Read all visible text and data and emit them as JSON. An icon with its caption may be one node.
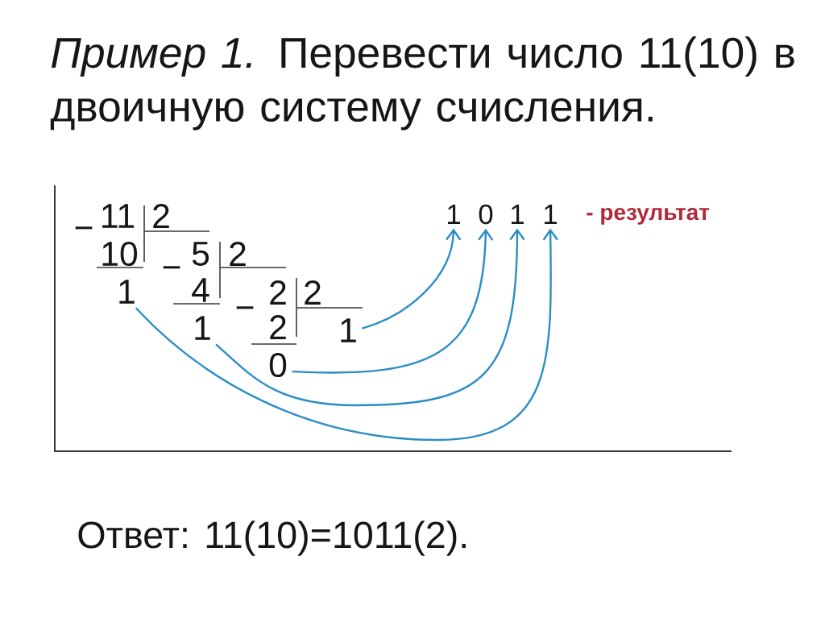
{
  "diagram": {
    "title": "*Пример 1.* Перевести число 11(10) в двоичную систему счисления.",
    "nodes": [
      {
        "text": [
          "1"
        ]
      },
      {
        "text": [
          "0"
        ]
      },
      {
        "text": [
          "1"
        ]
      },
      {
        "text": [
          "1"
        ]
      },
      {
        "text": [
          "1"
        ]
      },
      {
        "text": [
          "1"
        ]
      },
      {
        "text": [
          "1"
        ]
      },
      {
        "text": [
          "0"
        ]
      }
    ],
    "edges": [
      {
        "from": 6,
        "to": 0,
        "arrow": "to"
      },
      {
        "from": 7,
        "to": 1,
        "arrow": "to"
      },
      {
        "from": 5,
        "to": 2,
        "arrow": "to"
      },
      {
        "from": 4,
        "to": 3,
        "arrow": "to"
      }
    ],
    "labels": [
      "- результат",
      "−",
      "11",
      "2",
      "10",
      "−",
      "5",
      "2",
      "4",
      "−",
      "2",
      "2",
      "2",
      "Ответ: 11(10)=1011(2)."
    ]
  }
}
